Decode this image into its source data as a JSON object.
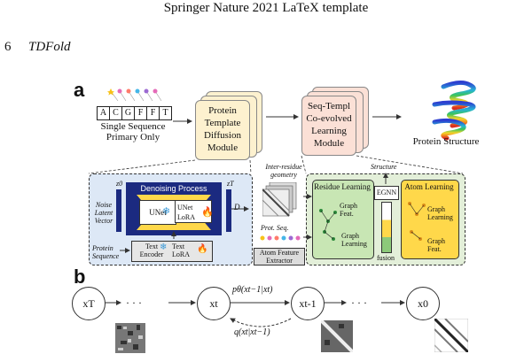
{
  "header": {
    "title": "Springer Nature 2021 LaTeX template",
    "page_number": "6",
    "running_title": "TDFold"
  },
  "panel_a": {
    "label": "a",
    "sequence": [
      "A",
      "C",
      "G",
      "F",
      "F",
      "T"
    ],
    "input_caption_1": "Single Sequence",
    "input_caption_2": "Primary Only",
    "module1": [
      "Protein",
      "Template",
      "Diffusion",
      "Module"
    ],
    "module2": [
      "Seq-Templ",
      "Co-evolved",
      "Learning",
      "Module"
    ],
    "output_caption": "Protein Structure",
    "z0": "z0",
    "zT": "zT",
    "D": "D",
    "noise_label": [
      "Noise",
      "Latent",
      "Vector"
    ],
    "protein_seq_label": [
      "Protein",
      "Sequence"
    ],
    "denoising_title": "Denoising Process",
    "unet": "UNet",
    "unet_lora": [
      "UNet",
      "LoRA"
    ],
    "text_encoder": [
      "Text",
      "Encoder"
    ],
    "text_lora": [
      "Text",
      "LoRA"
    ],
    "inter_residue": [
      "Inter-residue",
      "geometry"
    ],
    "prot_seq": "Prot. Seq.",
    "atom_feature": [
      "Atom Feature",
      "Extractor"
    ],
    "structure_label": "Structure",
    "residue_learning": "Residue Learning",
    "egnn": "EGNN",
    "atom_learning": "Atom Learning",
    "graph_feat": [
      "Graph",
      "Feat."
    ],
    "graph_learning": [
      "Graph",
      "Learning"
    ],
    "fusion": "fusion",
    "colors": {
      "module1": "#fdf1cf",
      "module2": "#fbe0d6",
      "diffusion_bg": "#dde8f6",
      "learning_bg": "#e3efd9",
      "yellow": "#ffd84a",
      "navy": "#1b2a80"
    }
  },
  "panel_b": {
    "label": "b",
    "nodes": [
      "xT",
      "xt",
      "xt-1",
      "x0"
    ],
    "forward_label": "pθ(xt−1|xt)",
    "reverse_label": "q(xt|xt−1)"
  }
}
